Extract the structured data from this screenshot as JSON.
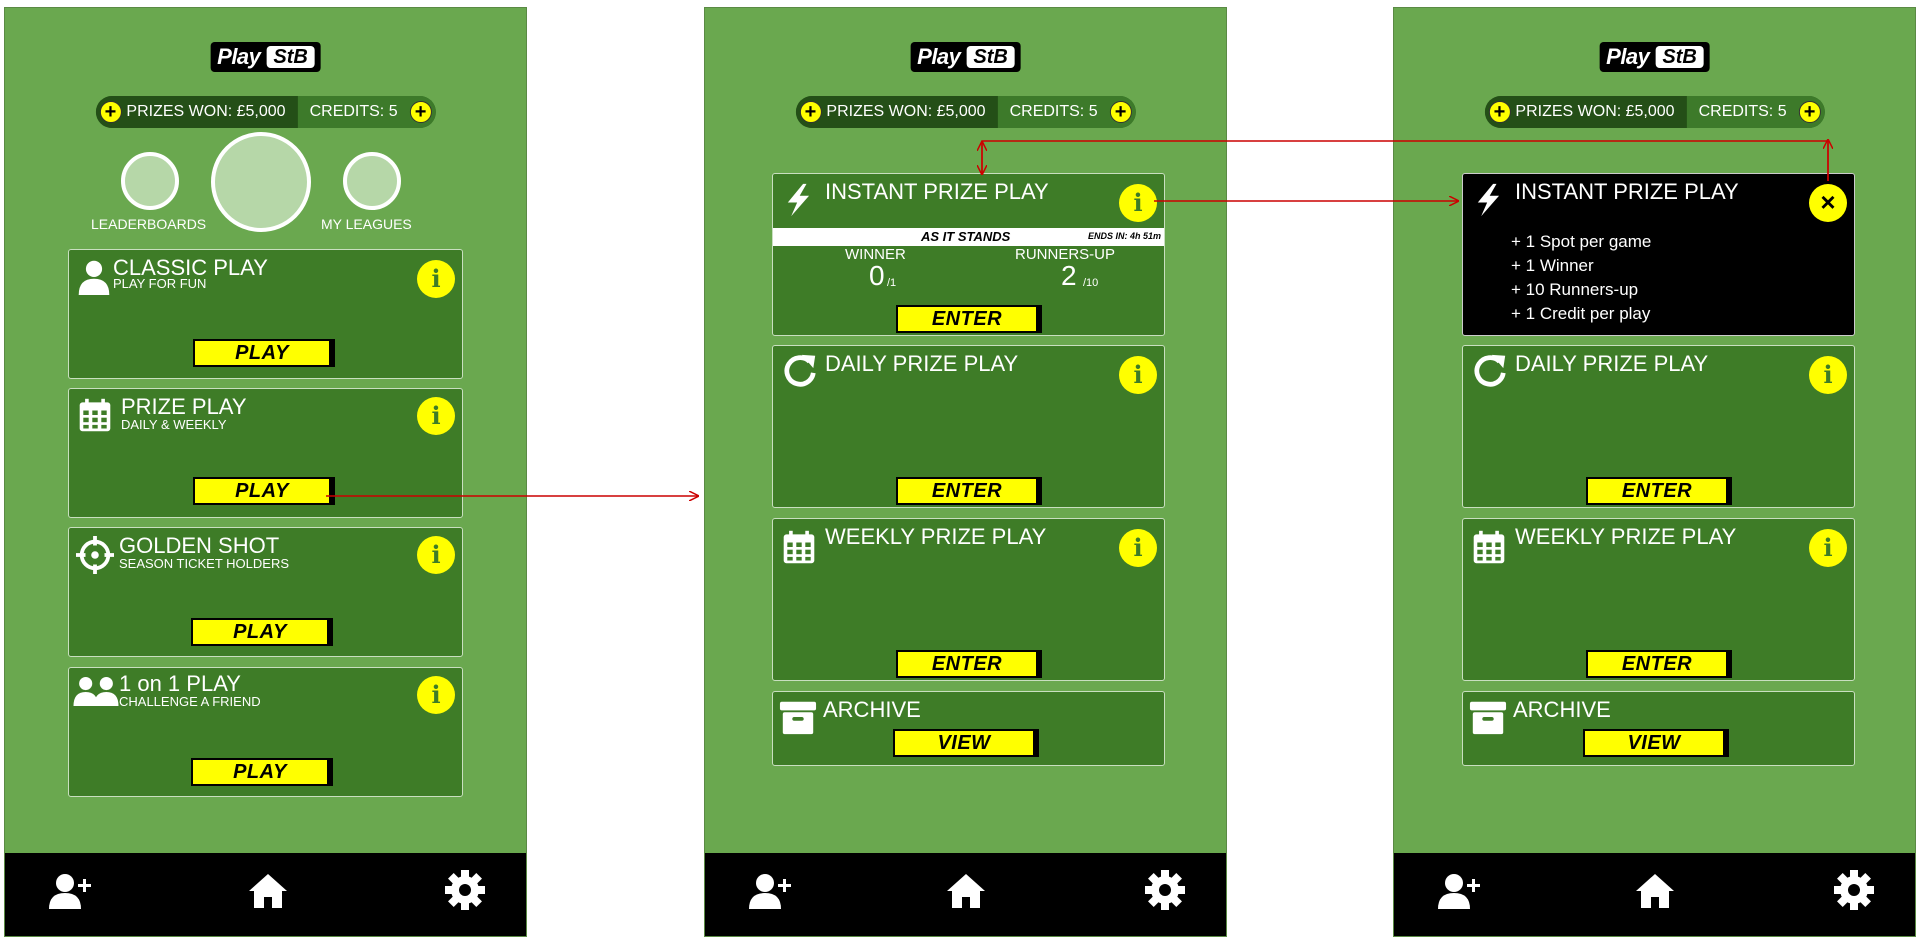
{
  "brand": {
    "play": "Play",
    "stb": "StB"
  },
  "prize_bar": {
    "plus": "+",
    "prizes_won": "PRIZES WON: £5,000",
    "credits": "CREDITS: 5"
  },
  "screen1": {
    "leaderboards_label": "LEADERBOARDS",
    "my_leagues_label": "MY LEAGUES",
    "cards": [
      {
        "title": "CLASSIC PLAY",
        "subtitle": "PLAY FOR FUN",
        "button": "PLAY",
        "icon": "person-icon"
      },
      {
        "title": "PRIZE PLAY",
        "subtitle": "DAILY & WEEKLY",
        "button": "PLAY",
        "icon": "calendar-icon"
      },
      {
        "title": "GOLDEN SHOT",
        "subtitle": "SEASON TICKET HOLDERS",
        "button": "PLAY",
        "icon": "crosshair-icon"
      },
      {
        "title": "1 on 1 PLAY",
        "subtitle": "CHALLENGE A FRIEND",
        "button": "PLAY",
        "icon": "two-people-icon"
      }
    ]
  },
  "screen2": {
    "instant": {
      "title": "INSTANT PRIZE PLAY",
      "as_it_stands": "AS IT STANDS",
      "ends_in": "ENDS IN: 4h 51m",
      "winner_label": "WINNER",
      "winner_value": "0",
      "winner_of": "/1",
      "runners_label": "RUNNERS-UP",
      "runners_value": "2",
      "runners_of": "/10",
      "button": "ENTER"
    },
    "daily": {
      "title": "DAILY PRIZE PLAY",
      "button": "ENTER"
    },
    "weekly": {
      "title": "WEEKLY PRIZE PLAY",
      "button": "ENTER"
    },
    "archive": {
      "title": "ARCHIVE",
      "button": "VIEW"
    }
  },
  "screen3": {
    "instant": {
      "title": "INSTANT PRIZE PLAY",
      "close": "×",
      "rules": [
        "+ 1 Spot per game",
        "+ 1 Winner",
        "+ 10 Runners-up",
        "+ 1 Credit per play"
      ]
    },
    "daily": {
      "title": "DAILY PRIZE PLAY",
      "button": "ENTER"
    },
    "weekly": {
      "title": "WEEKLY PRIZE PLAY",
      "button": "ENTER"
    },
    "archive": {
      "title": "ARCHIVE",
      "button": "VIEW"
    }
  },
  "info_glyph": "i",
  "nav_icons": [
    "add-user-icon",
    "home-icon",
    "gear-icon"
  ],
  "colors": {
    "background": "#6aa84f",
    "card": "#3e7c27",
    "accent": "#ffff00",
    "arrow": "#cc0000",
    "navbar": "#000000"
  }
}
